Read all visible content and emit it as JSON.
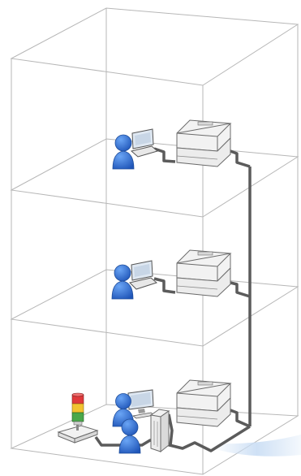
{
  "diagram": {
    "floors": [
      {
        "level": 3,
        "devices": [
          "user",
          "laptop",
          "printer"
        ]
      },
      {
        "level": 2,
        "devices": [
          "user",
          "laptop",
          "printer"
        ]
      },
      {
        "level": 1,
        "devices": [
          "signal-tower-light",
          "user",
          "user",
          "desktop-pc",
          "printer"
        ]
      }
    ],
    "colors": {
      "building_lines": "#b7b7b7",
      "network_cable": "#5b5b5b",
      "person_blue": "#1f62c9",
      "device_body": "#f2f2f2",
      "device_outline": "#6b6b6b",
      "floor_glow": "#c9ddf4",
      "signal_red": "#e0393b",
      "signal_amber": "#f2c230",
      "signal_green": "#4aa84a"
    }
  }
}
